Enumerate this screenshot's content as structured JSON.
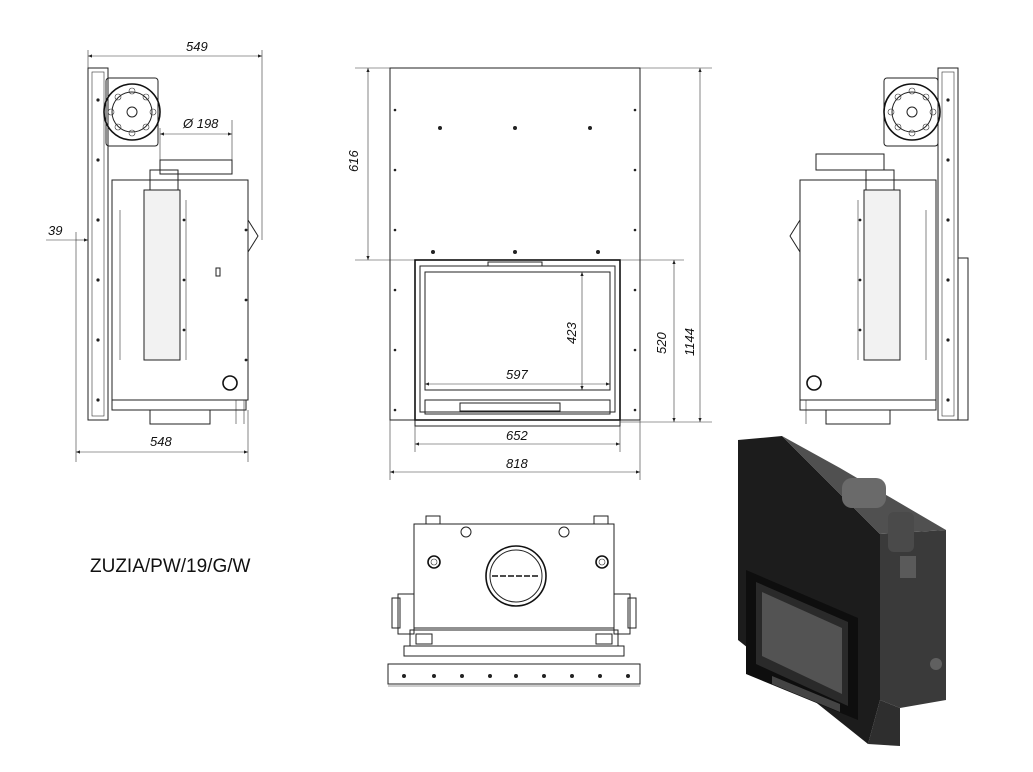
{
  "model_label": "ZUZIA/PW/19/G/W",
  "dimensions": {
    "side_top_width": "549",
    "flue_diameter": "Ø 198",
    "side_offset": "39",
    "side_bottom_width": "548",
    "front_upper_height": "616",
    "glass_height": "423",
    "door_height": "520",
    "total_height": "1144",
    "glass_width": "597",
    "door_width": "652",
    "total_width": "818"
  },
  "views": [
    "side-left",
    "front",
    "side-right",
    "top",
    "isometric"
  ]
}
